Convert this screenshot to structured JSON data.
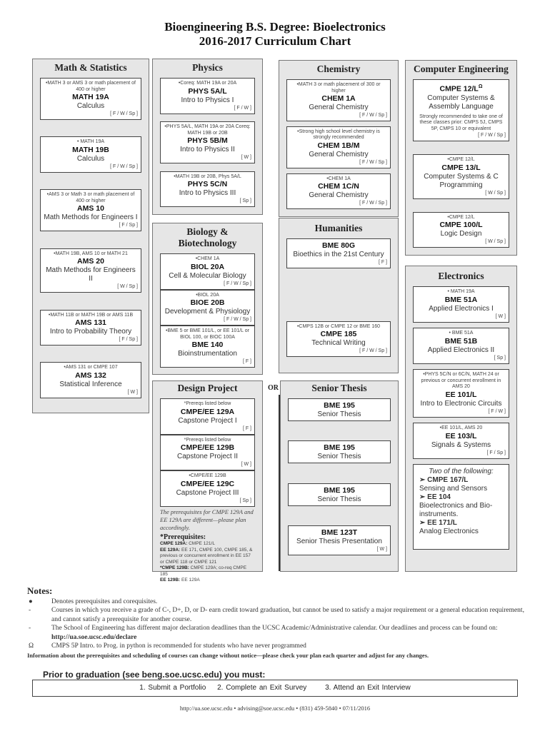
{
  "header": {
    "title_line1": "Bioengineering B.S. Degree: Bioelectronics",
    "title_line2": "2016-2017 Curriculum Chart"
  },
  "sections": {
    "math": {
      "title": "Math & Statistics",
      "courses": [
        {
          "pre": "•MATH 3 or AMS 3 or math placement of 400 or higher",
          "code": "MATH 19A",
          "name": "Calculus",
          "term": "[ F / W / Sp ]"
        },
        {
          "pre": "• MATH 19A",
          "code": "MATH 19B",
          "name": "Calculus",
          "term": "[ F / W / Sp ]"
        },
        {
          "pre": "•AMS 3 or Math 3 or math placement of 400 or higher",
          "code": "AMS 10",
          "name": "Math Methods for Engineers I",
          "term": "[ F / Sp ]"
        },
        {
          "pre": "•MATH 19B, AMS 10 or MATH 21",
          "code": "AMS 20",
          "name": "Math Methods for Engineers II",
          "term": "[ W / Sp ]"
        },
        {
          "pre": "•MATH 11B or MATH 19B or AMS 11B",
          "code": "AMS 131",
          "name": "Intro to Probability Theory",
          "term": "[ F / Sp ]"
        },
        {
          "pre": "•AMS 131 or CMPE 107",
          "code": "AMS 132",
          "name": "Statistical Inference",
          "term": "[ W ]"
        }
      ]
    },
    "physics": {
      "title": "Physics",
      "courses": [
        {
          "pre": "•Coreq: MATH 19A or 20A",
          "code": "PHYS 5A/L",
          "name": "Intro to Physics I",
          "term": "[ F / W ]"
        },
        {
          "pre": "•PHYS 5A/L, MATH 19A or 20A Coreq: MATH 19B or 20B",
          "code": "PHYS 5B/M",
          "name": "Intro to Physics II",
          "term": "[ W ]"
        },
        {
          "pre": "•MATH 19B or 20B, Phys 5A/L",
          "code": "PHYS 5C/N",
          "name": "Intro to Physics III",
          "term": "[ Sp ]"
        }
      ]
    },
    "biology": {
      "title": "Biology & Biotechnology",
      "courses": [
        {
          "pre": "•CHEM 1A",
          "code": "BIOL 20A",
          "name": "Cell & Molecular Biology",
          "term": "[ F / W / Sp ]"
        },
        {
          "pre": "•BIOL 20A",
          "code": "BIOE 20B",
          "name": "Development & Physiology",
          "term": "[ F / W / Sp ]"
        },
        {
          "pre": "•BME 5 or BME 101/L, or EE 101/L or BIOL 100, or BIOC 100A",
          "code": "BME 140",
          "name": "Bioinstrumentation",
          "term": "[ F ]"
        }
      ]
    },
    "chemistry": {
      "title": "Chemistry",
      "courses": [
        {
          "pre": "•MATH 3 or math placement of 300 or higher",
          "code": "CHEM 1A",
          "name": "General Chemistry",
          "term": "[ F / W / Sp ]"
        },
        {
          "pre": "•Strong high school level chemistry is strongly recommended",
          "code": "CHEM 1B/M",
          "name": "General Chemistry",
          "term": "[ F / W / Sp ]"
        },
        {
          "pre": "•CHEM 1A",
          "code": "CHEM 1C/N",
          "name": "General Chemistry",
          "term": "[ F / W / Sp ]"
        }
      ]
    },
    "humanities": {
      "title": "Humanities",
      "courses": [
        {
          "code": "BME 80G",
          "name": "Bioethics in the 21st Century",
          "term": "[ F ]"
        },
        {
          "pre": "•CMPS 12B or CMPE 12 or BME 160",
          "code": "CMPE 185",
          "name": "Technical Writing",
          "term": "[ F / W / Sp ]"
        }
      ]
    },
    "computer": {
      "title": "Computer Engineering",
      "courses": [
        {
          "code": "CMPE 12/L",
          "sup": "Ω",
          "name": "Computer Systems & Assembly Language",
          "note": "Strongly recommended to take one of these classes prior: CMPS 5J, CMPS 5P, CMPS 10 or equivalent",
          "term": "[ F / W / Sp ]"
        },
        {
          "pre": "•CMPE 12/L",
          "code": "CMPE 13/L",
          "name": "Computer Systems & C Programming",
          "term": "[ W / Sp ]"
        },
        {
          "pre": "•CMPE 12/L",
          "code": "CMPE 100/L",
          "name": "Logic Design",
          "term": "[ W / Sp ]"
        }
      ]
    },
    "electronics": {
      "title": "Electronics",
      "courses": [
        {
          "pre": "• MATH 19A",
          "code": "BME 51A",
          "name": "Applied Electronics I",
          "term": "[ W ]"
        },
        {
          "pre": "• BME 51A",
          "code": "BME 51B",
          "name": "Applied Electronics II",
          "term": "[ Sp ]"
        },
        {
          "pre": "•PHYS 5C/N or 6C/N, MATH 24 or previous or concurrent enrollment in AMS 20",
          "code": "EE 101/L",
          "name": "Intro to Electronic Circuits",
          "term": "[ F / W ]"
        },
        {
          "pre": "•EE 101/L, AMS 20",
          "code": "EE 103/L",
          "name": "Signals & Systems",
          "term": "[ F / Sp ]"
        }
      ],
      "elective": {
        "heading": "Two of the following:",
        "items": [
          {
            "code": "CMPE 167/L",
            "name": "Sensing and Sensors"
          },
          {
            "code": "EE 104",
            "name": "Bioelectronics and Bio-instruments."
          },
          {
            "code": "EE 171/L",
            "name": "Analog Electronics"
          }
        ]
      }
    },
    "design": {
      "title": "Design Project",
      "courses": [
        {
          "pre": "*Prereqs listed below",
          "code": "CMPE/EE 129A",
          "name": "Capstone Project I",
          "term": "[ F ]"
        },
        {
          "pre": "*Prereqs listed below",
          "code": "CMPE/EE 129B",
          "name": "Capstone Project II",
          "term": "[ W ]"
        },
        {
          "pre": "•CMPE/EE 129B",
          "code": "CMPE/EE 129C",
          "name": "Capstone Project III",
          "term": "[ Sp ]"
        }
      ],
      "note": "The prerequisites for CMPE 129A and EE 129A are different—please plan accordingly.",
      "prereq_heading": "*Prerequisites:",
      "prereqs": [
        {
          "label": "CMPE 129A:",
          "text": "CMPE 121/L"
        },
        {
          "label": "EE 129A:",
          "text": "EE 171, CMPE 100, CMPE 185, & previous or concurrent enrollment in EE 157 or CMPE 118 or CMPE 121"
        },
        {
          "label": "*CMPE 129B:",
          "text": "CMPE 129A; co-req CMPE 185"
        },
        {
          "label": "EE 129B:",
          "text": "EE 129A"
        }
      ]
    },
    "or_label": "OR",
    "thesis": {
      "title": "Senior Thesis",
      "courses": [
        {
          "code": "BME 195",
          "name": "Senior Thesis"
        },
        {
          "code": "BME 195",
          "name": "Senior Thesis"
        },
        {
          "code": "BME 195",
          "name": "Senior Thesis"
        },
        {
          "code": "BME 123T",
          "name": "Senior Thesis Presentation",
          "term": "[ W ]"
        }
      ]
    }
  },
  "notes": {
    "heading": "Notes:",
    "items": [
      {
        "mark": "●",
        "text": "Denotes prerequisites and corequisites."
      },
      {
        "mark": "-",
        "text": "Courses in which you receive a grade of C-, D+, D, or D- earn credit toward graduation, but cannot be used to satisfy a major requirement or a general education requirement, and cannot satisfy a prerequisite for another course."
      },
      {
        "mark": "-",
        "text": "The School of Engineering has different major declaration deadlines than the UCSC Academic/Administrative calendar. Our deadlines and process can be found on: ",
        "link": "http://ua.soe.ucsc.edu/declare"
      },
      {
        "mark": "Ω",
        "text": "CMPS 5P Intro. to Prog. in python is recommended for students who have never programmed"
      }
    ],
    "info": "Information about the prerequisites and scheduling of courses can change without notice—please check your plan each quarter and adjust for any changes."
  },
  "graduation": {
    "heading": "Prior to graduation (see beng.soe.ucsc.edu) you must:",
    "steps": [
      "1. Submit a Portfolio",
      "2. Complete an Exit Survey",
      "3. Attend an Exit Interview"
    ]
  },
  "footer": "http://ua.soe.ucsc.edu • advising@soe.ucsc.edu • (831) 459-5840 • 07/11/2016"
}
